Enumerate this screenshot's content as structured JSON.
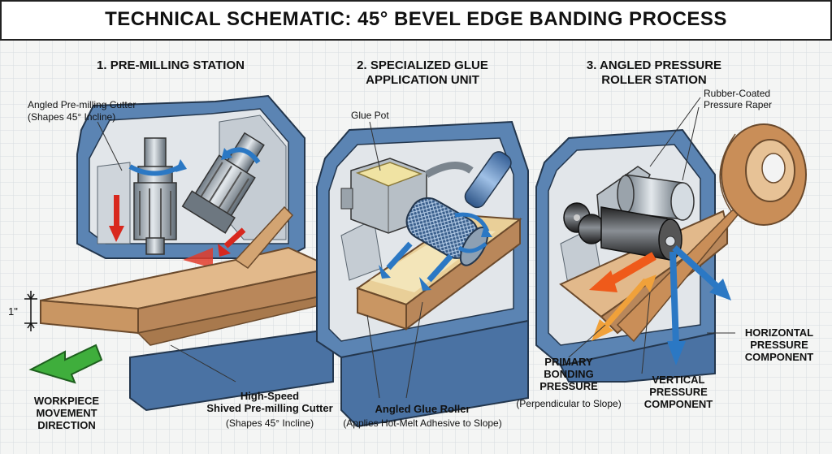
{
  "title": "TECHNICAL SCHEMATIC: 45° BEVEL EDGE BANDING PROCESS",
  "stations": [
    {
      "heading": "1. PRE-MILLING STATION",
      "cutter_label": "Angled Pre-milling Cutter",
      "cutter_sub": "(Shapes 45° Incline)",
      "dimension": "1\"",
      "direction_label": "WORKPIECE\nMOVEMENT\nDIRECTION",
      "bottom_label": "High-Speed\nShived Pre-milling Cutter",
      "bottom_sub": "(Shapes 45° Incline)"
    },
    {
      "heading": "2. SPECIALIZED GLUE\nAPPLICATION UNIT",
      "pot_label": "Glue Pot",
      "roller_label": "Angled Glue Roller",
      "roller_sub": "(Applies Hot-Melt Adhesive to Slope)"
    },
    {
      "heading": "3. ANGLED PRESSURE\nROLLER STATION",
      "rubber_label": "Rubber-Coated\nPressure Raper",
      "primary_label": "PRIMARY\nBONDING\nPRESSURE",
      "primary_sub": "(Perpendicular to Slope)",
      "vertical_label": "VERTICAL\nPRESSURE\nCOMPONENT",
      "horizontal_label": "HORIZONTAL\nPRESSURE\nCOMPONENT"
    }
  ],
  "colors": {
    "housing": "#5b84b3",
    "housing_dark": "#3f6690",
    "interior": "#e2e6ea",
    "wood": "#d9ad7c",
    "wood_dark": "#b9875a",
    "metal": "#a9b3bc",
    "arrow_red": "#d8281e",
    "arrow_blue": "#2b78c4",
    "arrow_orange": "#ef7a1a",
    "arrow_green": "#3fae3c"
  }
}
